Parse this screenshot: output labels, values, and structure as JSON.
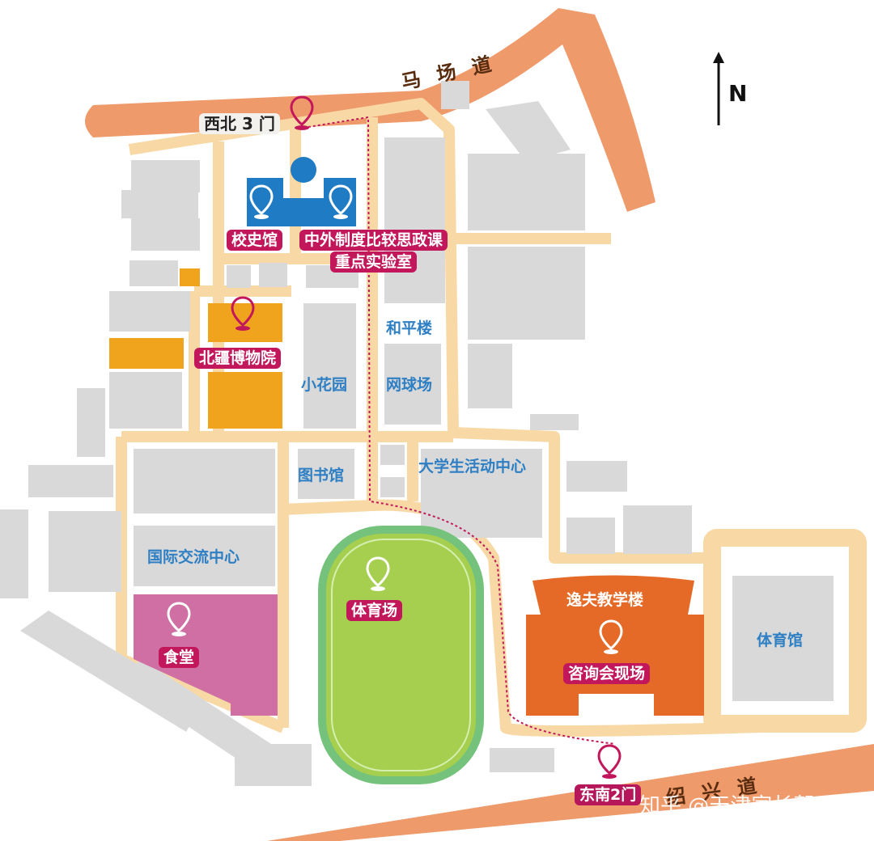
{
  "compass": {
    "label": "N"
  },
  "roads": {
    "north": "马 场 道",
    "south": "绍 兴 道"
  },
  "gates": {
    "northwest": "西北 3 门",
    "southeast": "东南2门"
  },
  "markers": {
    "history_museum": "校史馆",
    "lab_line1": "中外制度比较思政课",
    "lab_line2": "重点实验室",
    "beijiang_museum": "北疆博物院",
    "stadium": "体育场",
    "canteen": "食堂",
    "consult_venue": "咨询会现场"
  },
  "places": {
    "heping": "和平楼",
    "tennis": "网球场",
    "garden": "小花园",
    "library": "图书馆",
    "activity_center": "大学生活动中心",
    "intl_center": "国际交流中心",
    "yifu": "逸夫教学楼",
    "gym": "体育馆"
  },
  "watermark": "知乎 @天津家长帮",
  "colors": {
    "road": "#ef9a6b",
    "path": "#f8d9a6",
    "building": "#d9d9d9",
    "museum": "#f0a31d",
    "history": "#1f7cc4",
    "canteen": "#cf6fa3",
    "field": "#a6cf4f",
    "yifu": "#e56a28",
    "tag": "#c2185b",
    "label": "#2e7fc4"
  },
  "icons": [
    "location-pin-icon",
    "north-arrow-icon"
  ]
}
